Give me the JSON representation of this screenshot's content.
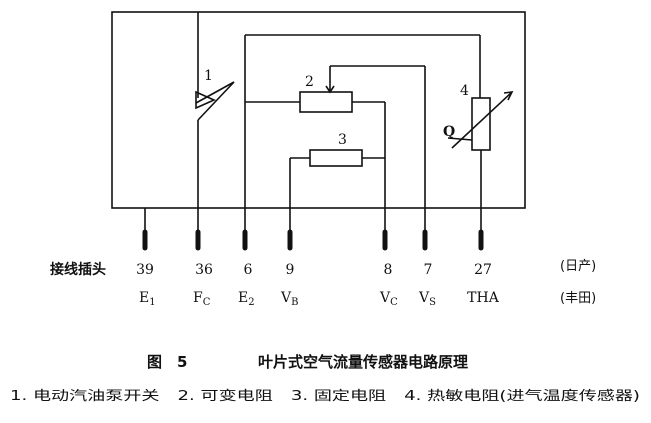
{
  "components": {
    "switch_num": "1",
    "var_res_num": "2",
    "fixed_res_num": "3",
    "thermistor_num": "4",
    "thermistor_q": "Q"
  },
  "connector": {
    "row_label": "接线插头",
    "nissan_label": "(日产)",
    "toyota_label": "(丰田)",
    "pins": [
      {
        "num": "39",
        "name": "E",
        "sub": "1"
      },
      {
        "num": "36",
        "name": "F",
        "sub": "C"
      },
      {
        "num": "6",
        "name": "E",
        "sub": "2"
      },
      {
        "num": "9",
        "name": "V",
        "sub": "B"
      },
      {
        "num": "8",
        "name": "V",
        "sub": "C"
      },
      {
        "num": "7",
        "name": "V",
        "sub": "S"
      },
      {
        "num": "27",
        "name": "THA",
        "sub": ""
      }
    ]
  },
  "caption": {
    "figure": "图　5",
    "title": "叶片式空气流量传感器电路原理",
    "legend": "1. 电动汽油泵开关　2. 可变电阻　3. 固定电阻　4. 热敏电阻(进气温度传感器)"
  }
}
